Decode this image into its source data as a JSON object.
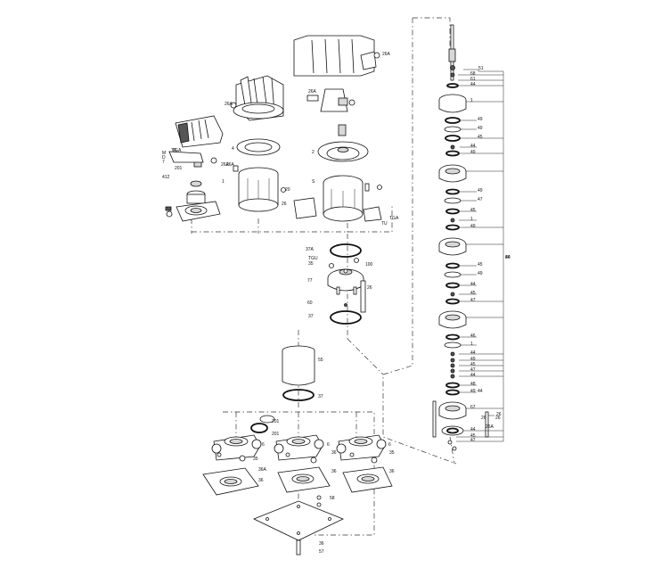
{
  "labels": {
    "motor_top_center": [
      "26A",
      "26A",
      "26A",
      "26A"
    ],
    "small_parts": [
      "TGA",
      "M",
      "D",
      "7",
      "7A",
      "412",
      "201",
      "20",
      "26",
      "26A",
      "1",
      "2",
      "S",
      "4",
      "TU",
      "TGA"
    ],
    "base_section": [
      "37A",
      "TGU",
      "35",
      "100",
      "77",
      "60",
      "37",
      "26",
      "55",
      "37",
      "201",
      "201",
      "6",
      "6",
      "6",
      "35",
      "36A",
      "36",
      "36",
      "36",
      "35",
      "36",
      "36",
      "57",
      "58"
    ],
    "right_column": [
      "51",
      "68",
      "61",
      "44",
      "1",
      "49",
      "49",
      "45",
      "44",
      "49",
      "49",
      "47",
      "45",
      "1",
      "49",
      "45",
      "49",
      "44",
      "45",
      "47",
      "46",
      "1",
      "44",
      "49",
      "45",
      "47",
      "44",
      "48",
      "49",
      "44",
      "67",
      "44",
      "45",
      "47",
      "26",
      "44",
      "26",
      "26",
      "26A",
      "80"
    ]
  }
}
